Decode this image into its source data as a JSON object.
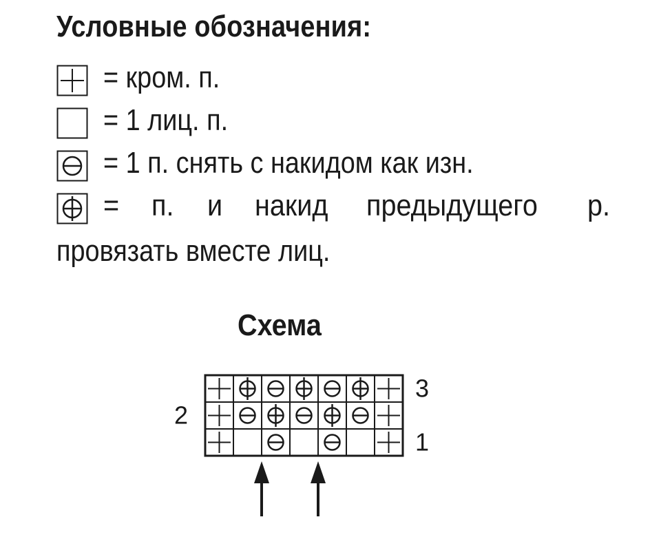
{
  "legend": {
    "title": "Условные обозначения:",
    "items": [
      {
        "symbol": "edge-stitch",
        "text": "= кром. п."
      },
      {
        "symbol": "knit",
        "text": "= 1 лиц. п."
      },
      {
        "symbol": "slip-yo",
        "text": "= 1 п. снять с накидом как изн."
      },
      {
        "symbol": "knit-together",
        "words": [
          "=",
          "п.",
          "и",
          "накид",
          "предыдущего",
          "р."
        ],
        "continuation": "провязать вместе лиц."
      }
    ]
  },
  "scheme": {
    "title": "Схема",
    "rows": [
      {
        "number": "3",
        "side": "right",
        "cells": [
          "edge-stitch",
          "knit-together",
          "slip-yo",
          "knit-together",
          "slip-yo",
          "knit-together",
          "edge-stitch"
        ]
      },
      {
        "number": "2",
        "side": "left",
        "cells": [
          "edge-stitch",
          "slip-yo",
          "knit-together",
          "slip-yo",
          "knit-together",
          "slip-yo",
          "edge-stitch"
        ]
      },
      {
        "number": "1",
        "side": "right",
        "cells": [
          "edge-stitch",
          "knit",
          "slip-yo",
          "knit",
          "slip-yo",
          "knit",
          "edge-stitch"
        ]
      }
    ],
    "arrows_under_columns": [
      3,
      5
    ]
  }
}
